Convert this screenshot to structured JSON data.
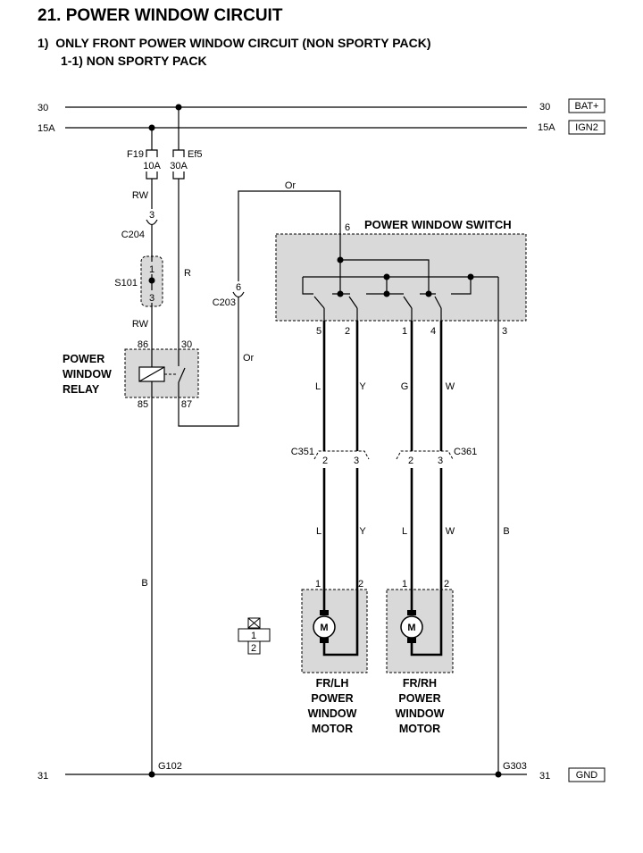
{
  "title": "21. POWER WINDOW CIRCUIT",
  "subtitle": {
    "line1": "1)  ONLY FRONT POWER WINDOW CIRCUIT (NON SPORTY PACK)",
    "line2": "1-1) NON SPORTY PACK"
  },
  "buses": {
    "bat": {
      "left": "30",
      "right": "30",
      "tag": "BAT+"
    },
    "ign": {
      "left": "15A",
      "right": "15A",
      "tag": "IGN2"
    },
    "gnd": {
      "left": "31",
      "right": "31",
      "tag": "GND"
    }
  },
  "fuses": {
    "f19": {
      "name": "F19",
      "rating": "10A"
    },
    "ef5": {
      "name": "Ef5",
      "rating": "30A"
    }
  },
  "connectors": {
    "c204": {
      "name": "C204",
      "pin": "3"
    },
    "c203": {
      "name": "C203",
      "pin": "6"
    },
    "c351": {
      "name": "C351",
      "pins": [
        "2",
        "3"
      ]
    },
    "c361": {
      "name": "C361",
      "pins": [
        "2",
        "3"
      ]
    }
  },
  "splice": {
    "name": "S101",
    "pins": [
      "1",
      "3"
    ]
  },
  "relay": {
    "label": [
      "POWER",
      "WINDOW",
      "RELAY"
    ],
    "pins": {
      "p86": "86",
      "p30": "30",
      "p85": "85",
      "p87": "87"
    }
  },
  "switch": {
    "title": "POWER WINDOW SWITCH",
    "pins": {
      "p6": "6",
      "p5": "5",
      "p2": "2",
      "p1": "1",
      "p4": "4",
      "p3": "3"
    }
  },
  "wire_colors": {
    "f19_to_c204": "RW",
    "s101_to_relay": "RW",
    "ef5_to_relay": "R",
    "relay_to_c203": "Or",
    "c203_to_switch": "Or",
    "switch_p5": "L",
    "switch_p2": "Y",
    "switch_p1": "G",
    "switch_p4": "W",
    "lh_motor_p1": "L",
    "lh_motor_p2": "Y",
    "rh_motor_p1": "L",
    "rh_motor_p2": "W",
    "switch_p3_ground": "B",
    "relay_p85_ground": "B"
  },
  "motors": [
    {
      "symbol": "M",
      "pins": [
        "1",
        "2"
      ],
      "label": [
        "FR/LH",
        "POWER",
        "WINDOW",
        "MOTOR"
      ]
    },
    {
      "symbol": "M",
      "pins": [
        "1",
        "2"
      ],
      "label": [
        "FR/RH",
        "POWER",
        "WINDOW",
        "MOTOR"
      ]
    }
  ],
  "grounds": {
    "g102": "G102",
    "g303": "G303"
  },
  "connector_legend": {
    "pins": [
      "1",
      "2"
    ]
  },
  "colors": {
    "component_fill": "#d9d9d9",
    "line": "#000000"
  }
}
